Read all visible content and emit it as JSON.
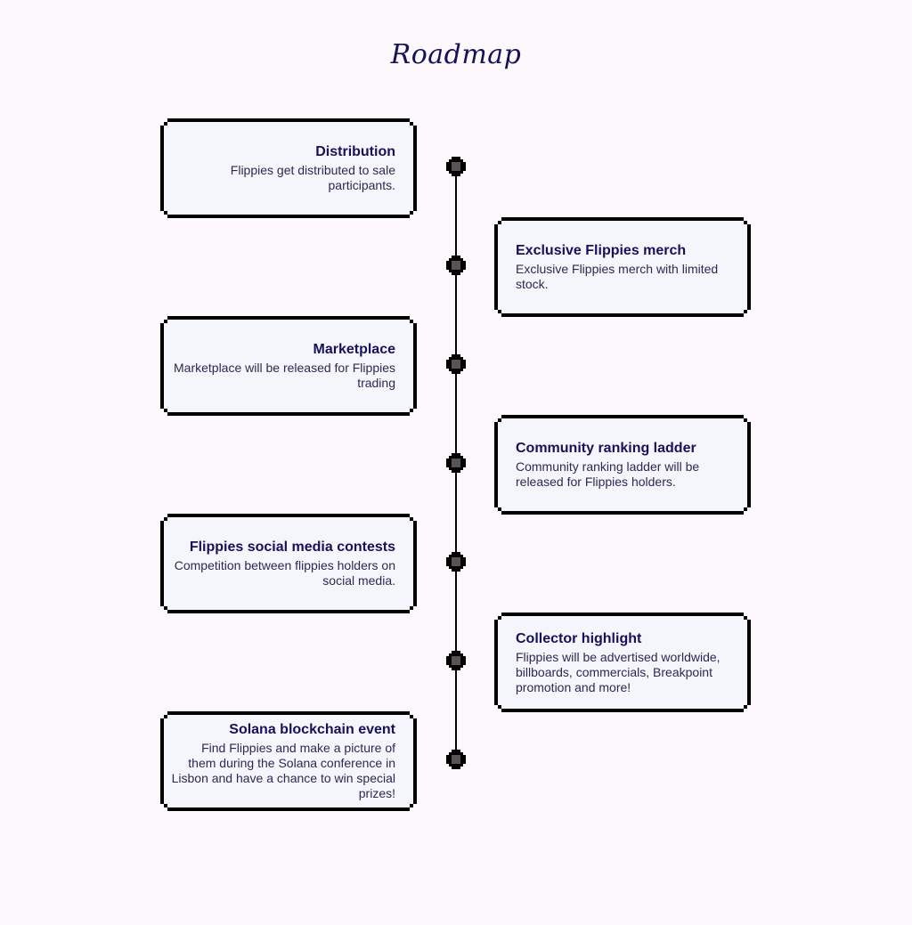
{
  "title": "Roadmap",
  "colors": {
    "background": "#fcf8fc",
    "card_fill": "#f4f6fb",
    "border": "#000000",
    "heading": "#15125a",
    "text": "#2a2a52",
    "node": "#555555"
  },
  "milestones": [
    {
      "side": "left",
      "title": "Distribution",
      "description": "Flippies get distributed to sale participants."
    },
    {
      "side": "right",
      "title": "Exclusive Flippies merch",
      "description": "Exclusive Flippies merch with limited stock."
    },
    {
      "side": "left",
      "title": "Marketplace",
      "description": "Marketplace will be released for Flippies trading"
    },
    {
      "side": "right",
      "title": "Community ranking ladder",
      "description": "Community ranking ladder will be released for Flippies holders."
    },
    {
      "side": "left",
      "title": "Flippies social media contests",
      "description": "Competition between flippies holders on social media."
    },
    {
      "side": "right",
      "title": "Collector highlight",
      "description": "Flippies will be advertised worldwide, billboards, commercials, Breakpoint promotion and more!"
    },
    {
      "side": "left",
      "title": "Solana blockchain event",
      "description": "Find Flippies and make a picture of them during the Solana conference in Lisbon and have a chance to win special prizes!"
    }
  ]
}
